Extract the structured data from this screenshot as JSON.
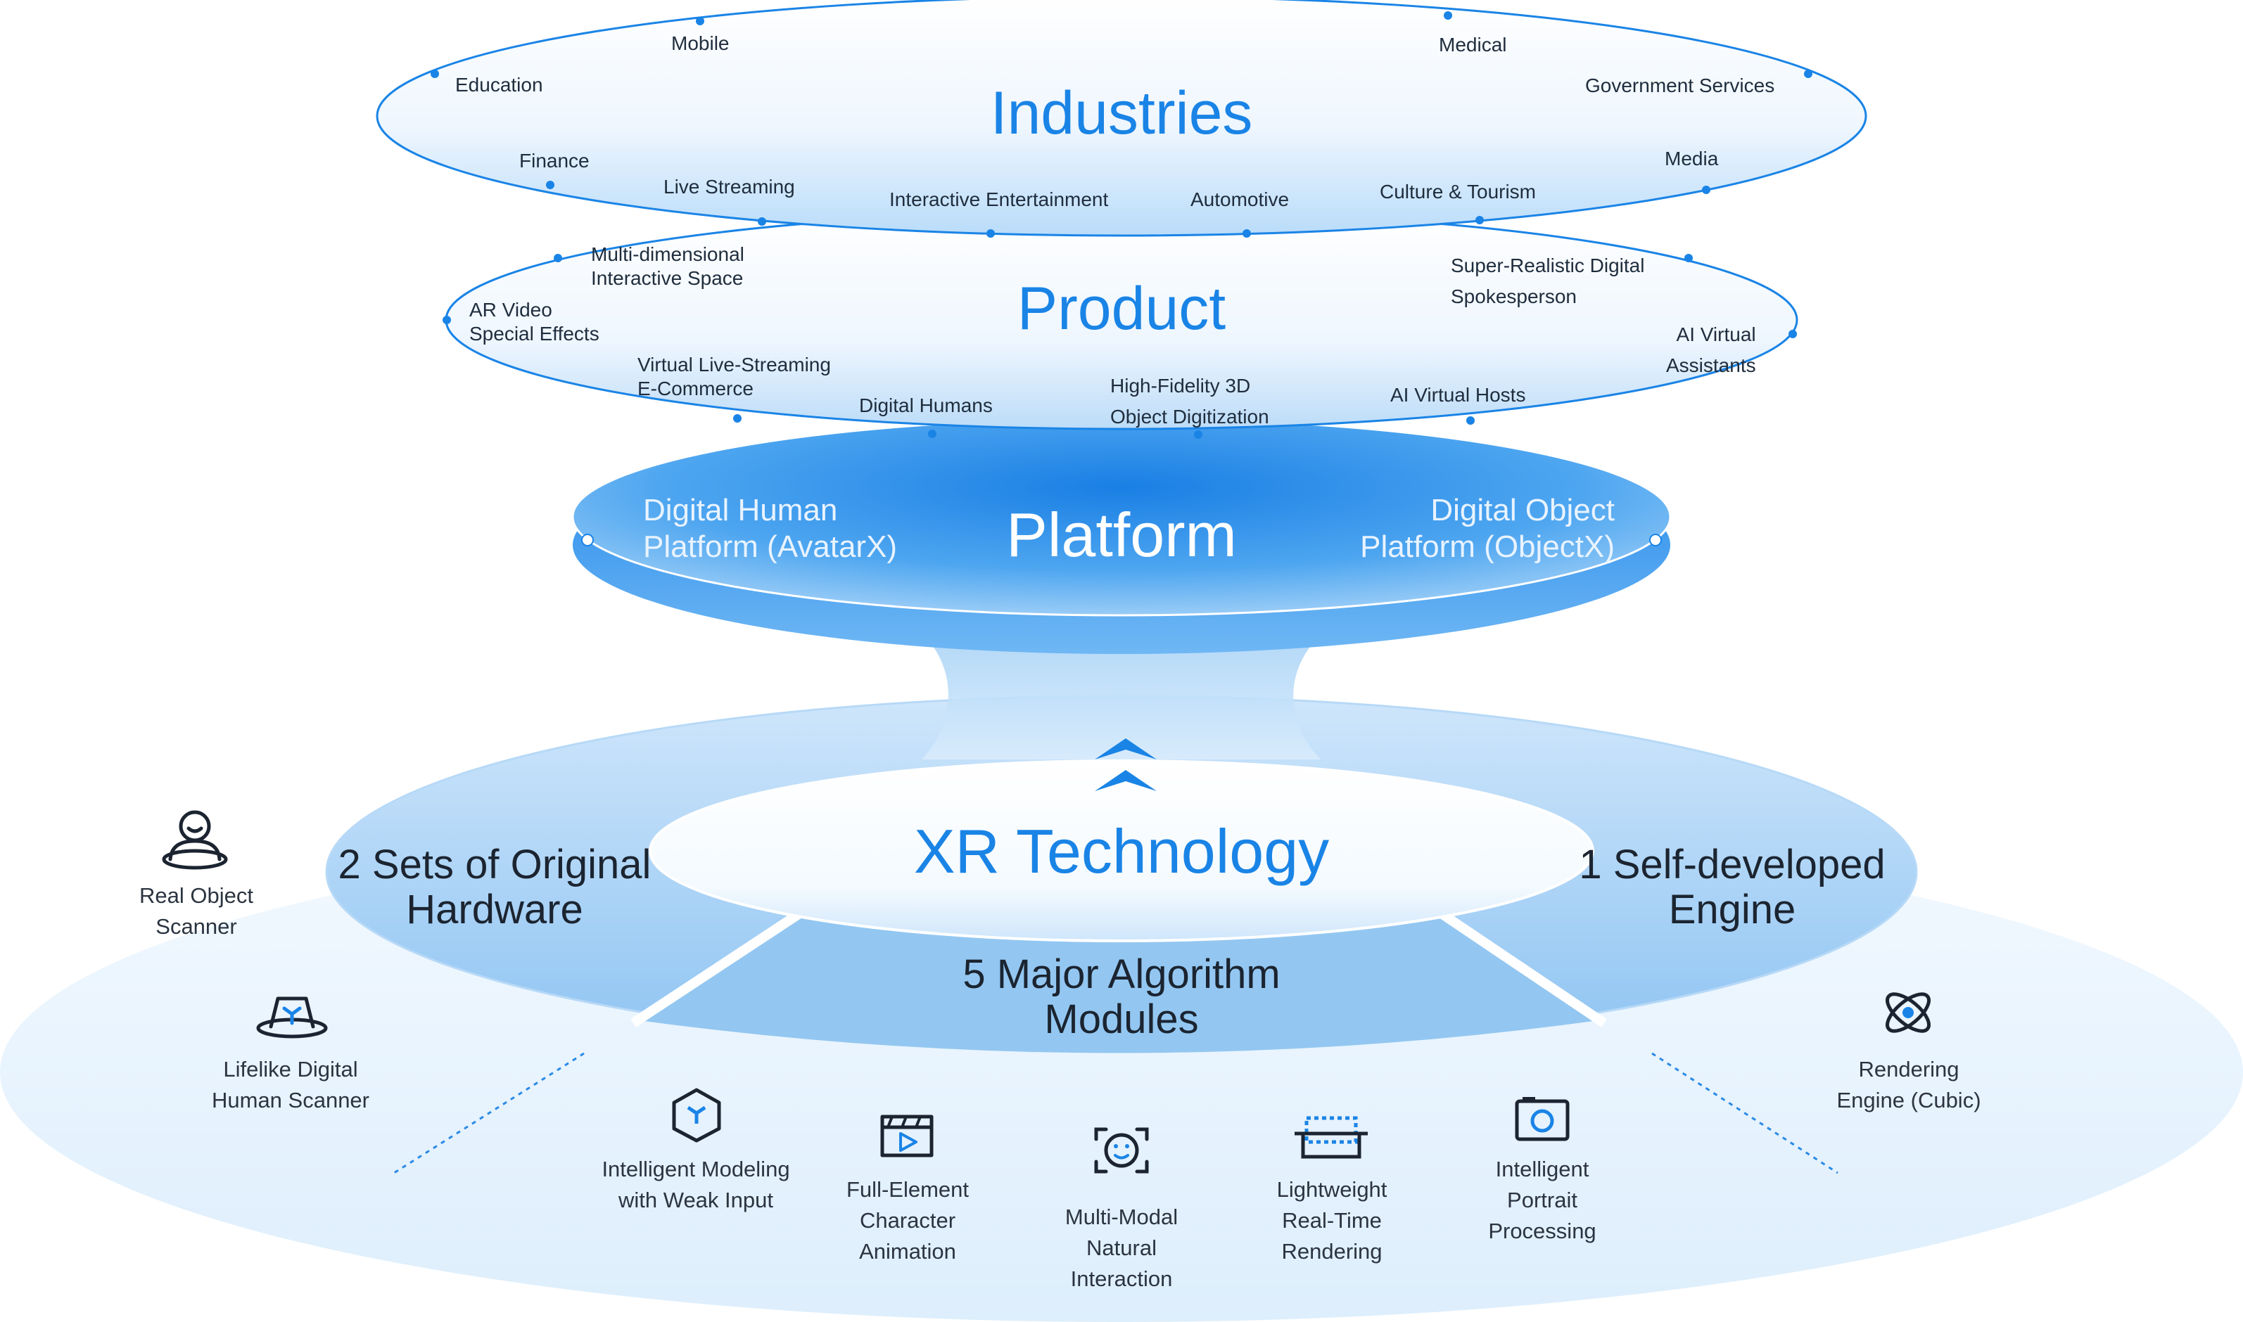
{
  "industries": {
    "title": "Industries",
    "items": {
      "mobile": "Mobile",
      "education": "Education",
      "finance": "Finance",
      "live_streaming": "Live Streaming",
      "interactive_entertainment": "Interactive Entertainment",
      "automotive": "Automotive",
      "culture_tourism": "Culture & Tourism",
      "medical": "Medical",
      "government_services": "Government Services",
      "media": "Media"
    }
  },
  "product": {
    "title": "Product",
    "items": {
      "multi_dim_1": "Multi-dimensional",
      "multi_dim_2": "Interactive Space",
      "ar_video_1": "AR Video",
      "ar_video_2": "Special Effects",
      "live_ecommerce_1": "Virtual Live-Streaming",
      "live_ecommerce_2": "E-Commerce",
      "digital_humans": "Digital Humans",
      "hifi_1": "High-Fidelity 3D",
      "hifi_2": "Object Digitization",
      "ai_hosts": "AI Virtual Hosts",
      "spokesperson_1": "Super-Realistic Digital",
      "spokesperson_2": "Spokesperson",
      "ai_assist_1": "AI Virtual",
      "ai_assist_2": "Assistants"
    }
  },
  "platform": {
    "title": "Platform",
    "left_1": "Digital Human",
    "left_2": "Platform (AvatarX)",
    "right_1": "Digital Object",
    "right_2": "Platform (ObjectX)"
  },
  "xr": {
    "title": "XR Technology",
    "hardware_1": "2 Sets of Original",
    "hardware_2": "Hardware",
    "engine_1": "1 Self-developed",
    "engine_2": "Engine",
    "algo_1": "5 Major Algorithm",
    "algo_2": "Modules"
  },
  "hardware_items": {
    "scanner_1": "Real Object",
    "scanner_2": "Scanner",
    "human_1": "Lifelike Digital",
    "human_2": "Human Scanner"
  },
  "engine_items": {
    "render_1": "Rendering",
    "render_2": "Engine (Cubic)"
  },
  "algorithm_items": {
    "m1_1": "Intelligent Modeling",
    "m1_2": "with Weak Input",
    "m2_1": "Full-Element",
    "m2_2": "Character",
    "m2_3": "Animation",
    "m3_1": "Multi-Modal",
    "m3_2": "Natural",
    "m3_3": "Interaction",
    "m4_1": "Lightweight",
    "m4_2": "Real-Time",
    "m4_3": "Rendering",
    "m5_1": "Intelligent",
    "m5_2": "Portrait",
    "m5_3": "Processing"
  },
  "colors": {
    "accent": "#1a84e6",
    "platform_top": "#3d9bf0",
    "ring_fill": "#d6eafb",
    "text_dark": "#1b2430"
  }
}
